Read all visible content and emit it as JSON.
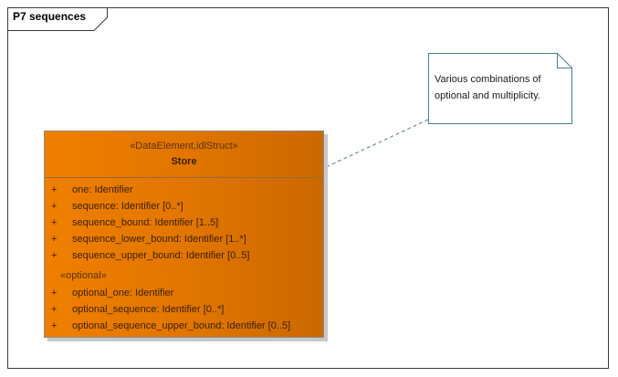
{
  "frame": {
    "title": "P7 sequences"
  },
  "note": {
    "lines": [
      "Various combinations of",
      "optional and multiplicity."
    ]
  },
  "class": {
    "stereotype": "«DataElement,idlStruct»",
    "name": "Store",
    "attributes": [
      {
        "visibility": "+",
        "text": "one: Identifier"
      },
      {
        "visibility": "+",
        "text": "sequence: Identifier [0..*]"
      },
      {
        "visibility": "+",
        "text": "sequence_bound: Identifier [1..5]"
      },
      {
        "visibility": "+",
        "text": "sequence_lower_bound: Identifier [1..*]"
      },
      {
        "visibility": "+",
        "text": "sequence_upper_bound: Identifier [0..5]"
      }
    ],
    "optional_group": {
      "label": "«optional»",
      "attributes": [
        {
          "visibility": "+",
          "text": "optional_one: Identifier"
        },
        {
          "visibility": "+",
          "text": "optional_sequence: Identifier [0..*]"
        },
        {
          "visibility": "+",
          "text": "optional_sequence_upper_bound: Identifier [0..5]"
        }
      ]
    }
  },
  "colors": {
    "class_fill_light": "#f07f00",
    "class_fill_dark": "#cb6800",
    "note_border": "#4d7d92",
    "frame_border": "#3a3a3a"
  }
}
